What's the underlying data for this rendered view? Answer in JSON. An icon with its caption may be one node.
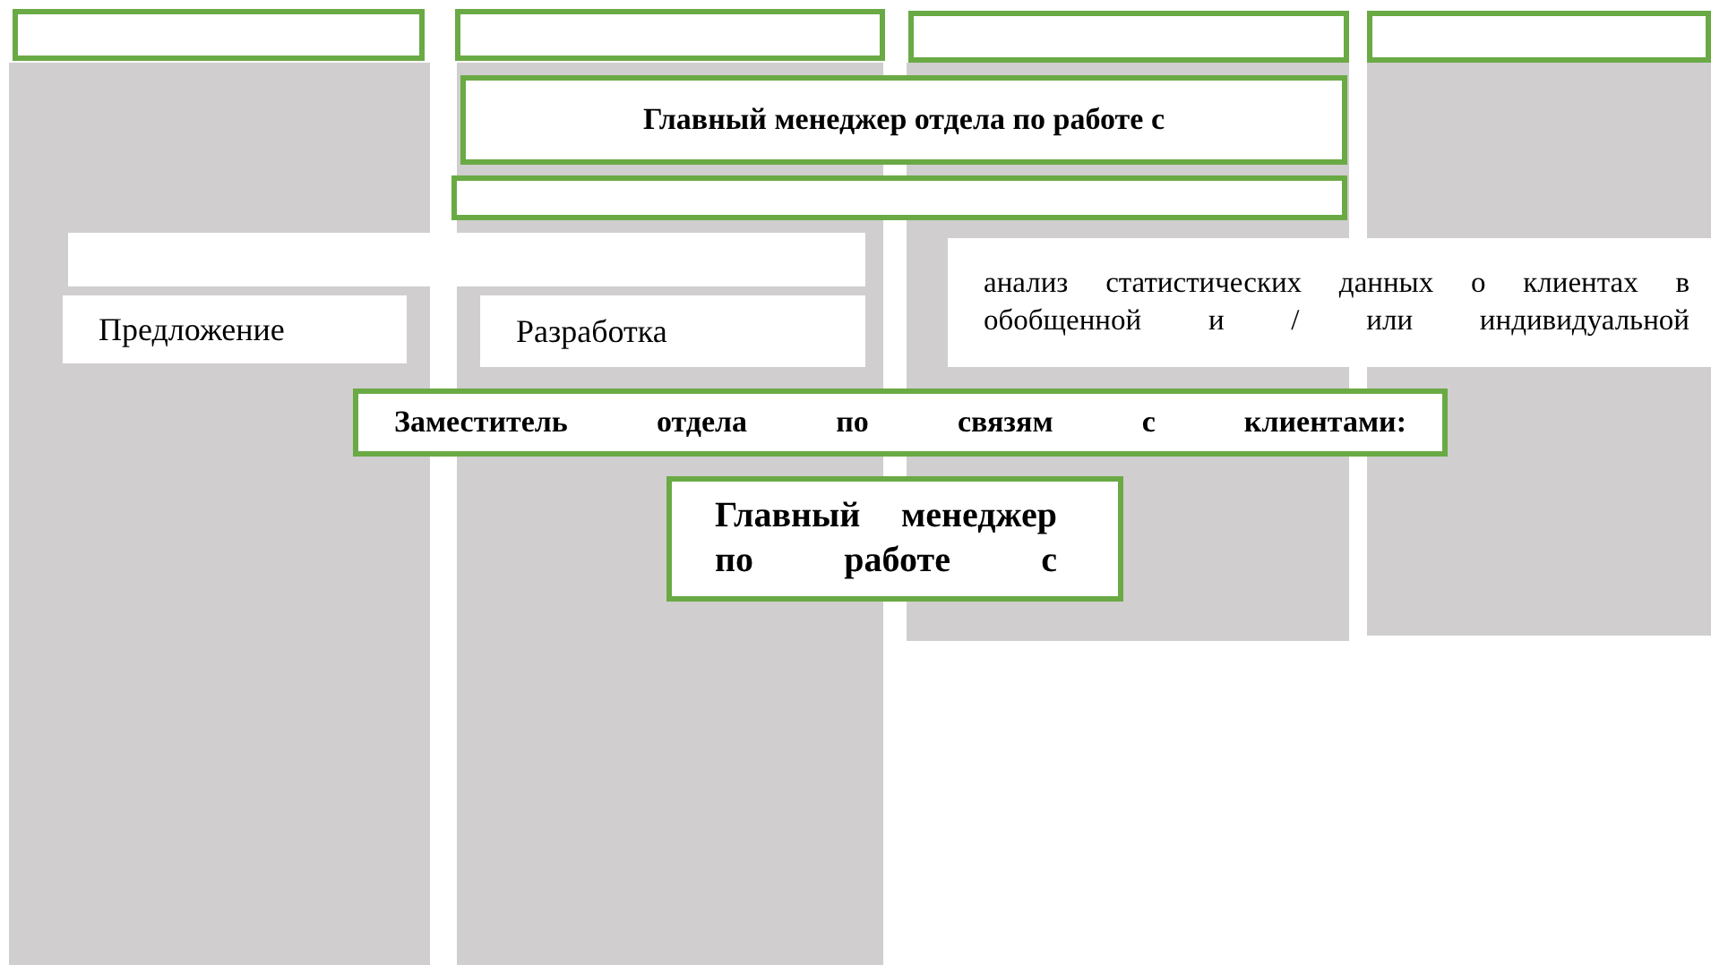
{
  "diagram": {
    "nodes": [
      {
        "text": [],
        "shape": "box"
      },
      {
        "text": [],
        "shape": "box"
      },
      {
        "text": [],
        "shape": "box"
      },
      {
        "text": [],
        "shape": "box"
      },
      {
        "text": [
          "Главный менеджер отдела по работе с"
        ]
      },
      {
        "text": [],
        "shape": "box"
      },
      {
        "text": [],
        "shape": "box"
      },
      {
        "text": [
          "Предложение"
        ]
      },
      {
        "text": [
          "Разработка"
        ]
      },
      {
        "text": [
          "анализ статистических данных о клиентах в обобщенной и / или индивидуальной"
        ]
      },
      {
        "text": [
          "Заместитель отдела по связям с клиентами:"
        ]
      },
      {
        "text": [
          "Главный менеджер по работе с"
        ]
      }
    ]
  }
}
